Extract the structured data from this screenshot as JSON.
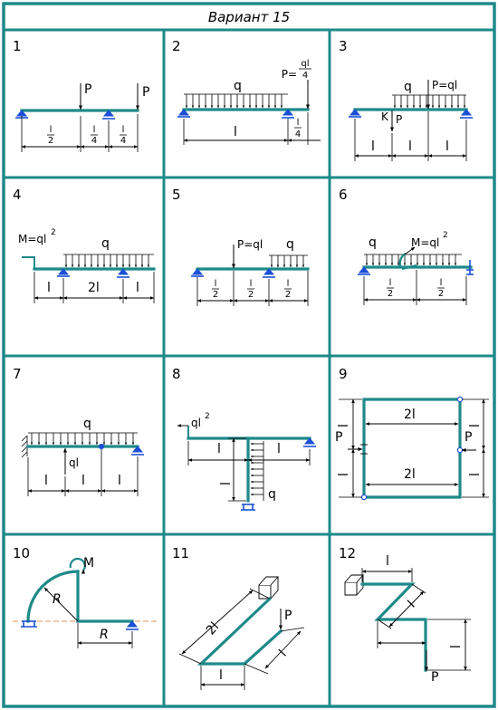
{
  "header": {
    "title": "Вариант 15"
  },
  "cells": [
    {
      "number": "1",
      "labels": [
        "P",
        "P",
        "l/2",
        "l/4",
        "l/4"
      ]
    },
    {
      "number": "2",
      "labels": [
        "q",
        "P=ql/4",
        "l",
        "l/4"
      ]
    },
    {
      "number": "3",
      "labels": [
        "q",
        "P=ql",
        "K",
        "P",
        "l",
        "l",
        "l"
      ]
    },
    {
      "number": "4",
      "labels": [
        "M=ql²",
        "q",
        "l",
        "2l",
        "l"
      ]
    },
    {
      "number": "5",
      "labels": [
        "P=ql",
        "q",
        "l/2",
        "l/2",
        "l/2"
      ]
    },
    {
      "number": "6",
      "labels": [
        "q",
        "M=ql²",
        "l/2",
        "l/2"
      ]
    },
    {
      "number": "7",
      "labels": [
        "q",
        "ql",
        "l",
        "l",
        "l"
      ]
    },
    {
      "number": "8",
      "labels": [
        "ql²",
        "l",
        "l",
        "l",
        "q"
      ]
    },
    {
      "number": "9",
      "labels": [
        "2l",
        "2l",
        "P",
        "P",
        "l",
        "l",
        "l",
        "l"
      ]
    },
    {
      "number": "10",
      "labels": [
        "M",
        "R",
        "R"
      ]
    },
    {
      "number": "11",
      "labels": [
        "2l",
        "P",
        "l",
        "l"
      ]
    },
    {
      "number": "12",
      "labels": [
        "l",
        "l",
        "l",
        "P"
      ]
    }
  ],
  "text": {
    "P": "P",
    "q": "q",
    "l": "l",
    "twol": "2l",
    "K": "K",
    "R": "R",
    "M": "M",
    "ql": "ql",
    "Peqql": "P=ql",
    "Meqql": "M=ql",
    "Peq": "P=",
    "ql_num": "ql",
    "four": "4",
    "two": "2",
    "sq": "2"
  }
}
